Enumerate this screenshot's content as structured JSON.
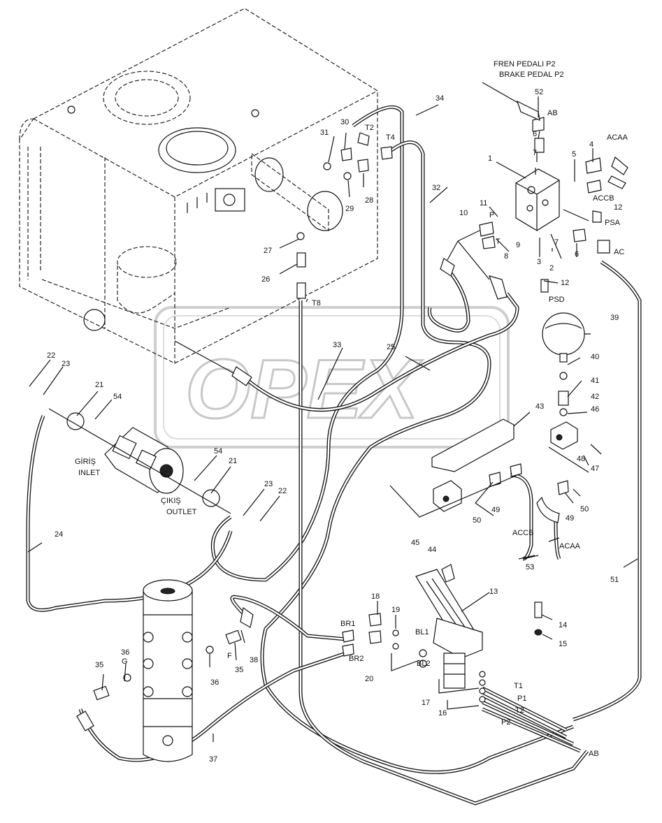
{
  "watermark": "OPEX",
  "titles": {
    "brake_pedal_tr": "FREN PEDALI P2",
    "brake_pedal_en": "BRAKE PEDAL P2",
    "inlet_tr": "GİRİŞ",
    "inlet_en": "INLET",
    "outlet_tr": "ÇIKIŞ",
    "outlet_en": "OUTLET"
  },
  "callouts": [
    {
      "id": "c52",
      "text": "52"
    },
    {
      "id": "cAB1",
      "text": "AB"
    },
    {
      "id": "c6a",
      "text": "6"
    },
    {
      "id": "c7a",
      "text": "7"
    },
    {
      "id": "c1",
      "text": "1"
    },
    {
      "id": "c5",
      "text": "5"
    },
    {
      "id": "c4",
      "text": "4"
    },
    {
      "id": "cACAA1",
      "text": "ACAA"
    },
    {
      "id": "cACCB1",
      "text": "ACCB"
    },
    {
      "id": "c12a",
      "text": "12"
    },
    {
      "id": "cPSA",
      "text": "PSA"
    },
    {
      "id": "c11",
      "text": "11"
    },
    {
      "id": "cP",
      "text": "P"
    },
    {
      "id": "c10",
      "text": "10"
    },
    {
      "id": "c9",
      "text": "9"
    },
    {
      "id": "cT",
      "text": "T"
    },
    {
      "id": "c8",
      "text": "8"
    },
    {
      "id": "c7b",
      "text": "7"
    },
    {
      "id": "c6b",
      "text": "6"
    },
    {
      "id": "cAC",
      "text": "AC"
    },
    {
      "id": "c3",
      "text": "3"
    },
    {
      "id": "c2",
      "text": "2"
    },
    {
      "id": "c12b",
      "text": "12"
    },
    {
      "id": "cPSD",
      "text": "PSD"
    },
    {
      "id": "c34",
      "text": "34"
    },
    {
      "id": "c30",
      "text": "30"
    },
    {
      "id": "cT2a",
      "text": "T2"
    },
    {
      "id": "c31",
      "text": "31"
    },
    {
      "id": "cT4",
      "text": "T4"
    },
    {
      "id": "c28",
      "text": "28"
    },
    {
      "id": "c29",
      "text": "29"
    },
    {
      "id": "c32",
      "text": "32"
    },
    {
      "id": "c27",
      "text": "27"
    },
    {
      "id": "c26",
      "text": "26"
    },
    {
      "id": "cT8",
      "text": "T8"
    },
    {
      "id": "c39",
      "text": "39"
    },
    {
      "id": "c40",
      "text": "40"
    },
    {
      "id": "c41",
      "text": "41"
    },
    {
      "id": "c42",
      "text": "42"
    },
    {
      "id": "c46",
      "text": "46"
    },
    {
      "id": "c43",
      "text": "43"
    },
    {
      "id": "c48",
      "text": "48"
    },
    {
      "id": "c47",
      "text": "47"
    },
    {
      "id": "c33",
      "text": "33"
    },
    {
      "id": "c25",
      "text": "25"
    },
    {
      "id": "c22a",
      "text": "22"
    },
    {
      "id": "c23a",
      "text": "23"
    },
    {
      "id": "c21a",
      "text": "21"
    },
    {
      "id": "c54a",
      "text": "54"
    },
    {
      "id": "c54b",
      "text": "54"
    },
    {
      "id": "c21b",
      "text": "21"
    },
    {
      "id": "c23b",
      "text": "23"
    },
    {
      "id": "c22b",
      "text": "22"
    },
    {
      "id": "c49a",
      "text": "49"
    },
    {
      "id": "c49b",
      "text": "49"
    },
    {
      "id": "c50a",
      "text": "50"
    },
    {
      "id": "c50b",
      "text": "50"
    },
    {
      "id": "c45",
      "text": "45"
    },
    {
      "id": "c44",
      "text": "44"
    },
    {
      "id": "cACCB2",
      "text": "ACCB"
    },
    {
      "id": "cACAA2",
      "text": "ACAA"
    },
    {
      "id": "c53",
      "text": "53"
    },
    {
      "id": "c24",
      "text": "24"
    },
    {
      "id": "c51",
      "text": "51"
    },
    {
      "id": "c13",
      "text": "13"
    },
    {
      "id": "c14",
      "text": "14"
    },
    {
      "id": "c15",
      "text": "15"
    },
    {
      "id": "c18",
      "text": "18"
    },
    {
      "id": "c19",
      "text": "19"
    },
    {
      "id": "cBR1",
      "text": "BR1"
    },
    {
      "id": "cBR2",
      "text": "BR2"
    },
    {
      "id": "cBL1",
      "text": "BL1"
    },
    {
      "id": "cBL2",
      "text": "BL2"
    },
    {
      "id": "c20",
      "text": "20"
    },
    {
      "id": "c17",
      "text": "17"
    },
    {
      "id": "c16",
      "text": "16"
    },
    {
      "id": "cT1",
      "text": "T1"
    },
    {
      "id": "cP1",
      "text": "P1"
    },
    {
      "id": "cT2b",
      "text": "T2"
    },
    {
      "id": "cP2",
      "text": "P2"
    },
    {
      "id": "cAB2",
      "text": "AB"
    },
    {
      "id": "c38",
      "text": "38"
    },
    {
      "id": "cF",
      "text": "F"
    },
    {
      "id": "c35a",
      "text": "35"
    },
    {
      "id": "c36a",
      "text": "36"
    },
    {
      "id": "c36b",
      "text": "36"
    },
    {
      "id": "cG",
      "text": "G"
    },
    {
      "id": "c35b",
      "text": "35"
    },
    {
      "id": "c37",
      "text": "37"
    }
  ]
}
